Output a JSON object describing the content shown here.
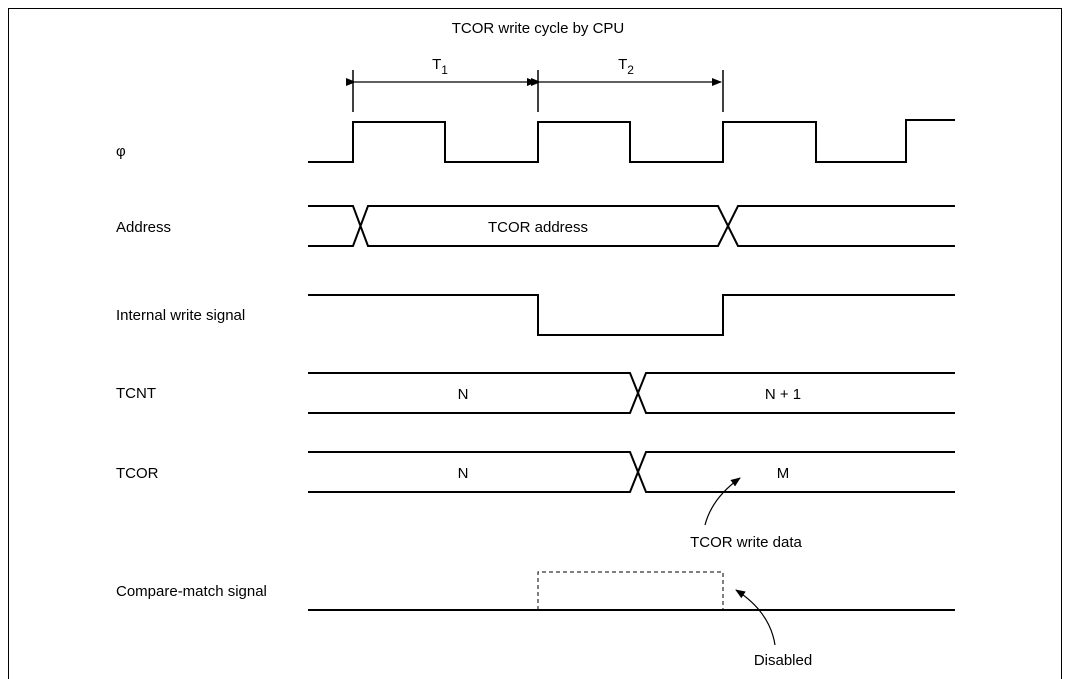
{
  "title": "TCOR write cycle by CPU",
  "timing": {
    "t1": {
      "main": "T",
      "sub": "1"
    },
    "t2": {
      "main": "T",
      "sub": "2"
    }
  },
  "signals": {
    "clock": {
      "label": "φ"
    },
    "address": {
      "label": "Address",
      "value": "TCOR address"
    },
    "internal_write": {
      "label": "Internal write signal"
    },
    "tcnt": {
      "label": "TCNT",
      "before": "N",
      "after": "N + 1"
    },
    "tcor": {
      "label": "TCOR",
      "before": "N",
      "after": "M"
    },
    "compare_match": {
      "label": "Compare-match signal"
    }
  },
  "annotations": {
    "tcor_write_data": "TCOR write data",
    "disabled": "Disabled"
  }
}
